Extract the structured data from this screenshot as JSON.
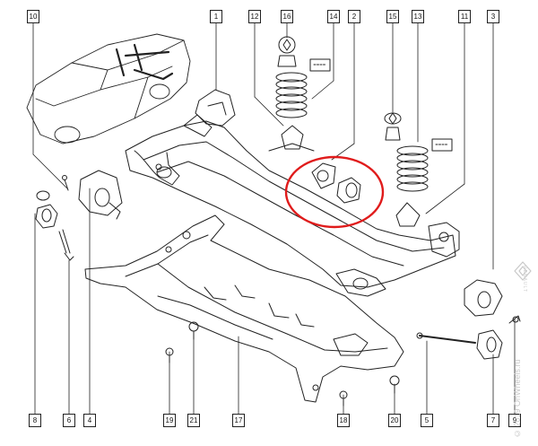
{
  "callouts": {
    "top": [
      "10",
      "1",
      "12",
      "16",
      "14",
      "2",
      "15",
      "13",
      "11",
      "3"
    ],
    "bottom": [
      "8",
      "6",
      "4",
      "19",
      "21",
      "17",
      "18",
      "20",
      "5",
      "7",
      "9"
    ]
  },
  "watermark": {
    "copyright": "© 2019 OnWheels.ru",
    "brand": "RENAULT"
  },
  "colors": {
    "line": "#222222",
    "highlight": "#e01b1b",
    "fill": "#ffffff"
  },
  "icons": {
    "brand": "renault-diamond-logo"
  }
}
